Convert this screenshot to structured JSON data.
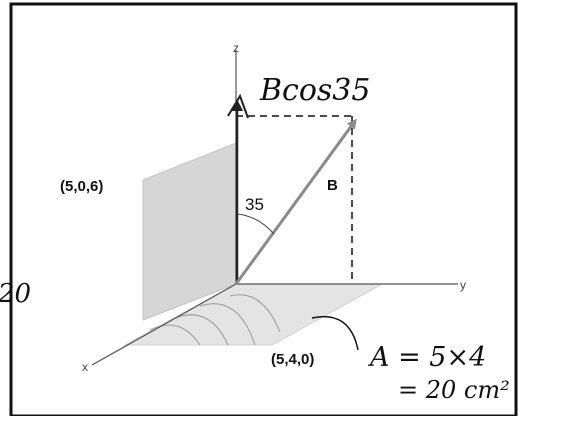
{
  "diagram": {
    "labels": {
      "point_top": "(5,0,6)",
      "point_bottom": "(5,4,0)",
      "angle": "35",
      "vector": "B"
    },
    "axes": {
      "z": "z",
      "y": "y",
      "x": "x"
    },
    "handwriting": {
      "top": "Bcos35",
      "left": "20",
      "area_line1": "A = 5×4",
      "area_line2": "= 20 cm²"
    },
    "colors": {
      "plane_fill": "#d6d6d6",
      "base_fill": "#e4e4e4",
      "vector": "#8a8a8a",
      "ink": "#111111"
    }
  }
}
